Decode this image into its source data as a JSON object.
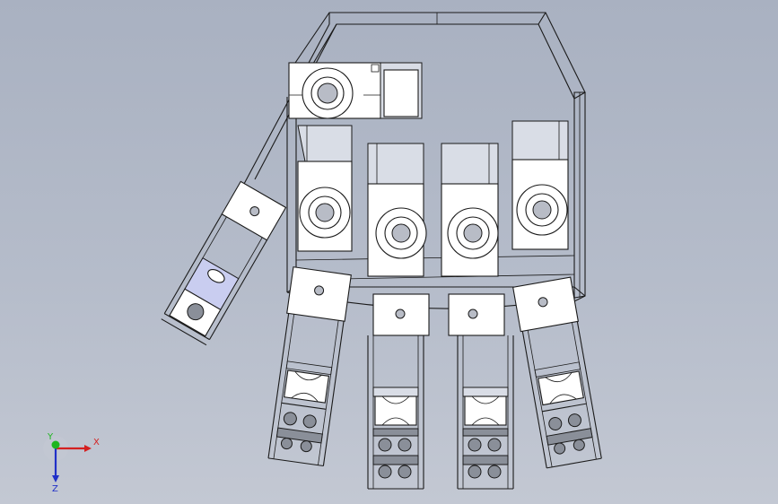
{
  "viewport": {
    "background_top": "#a9b1c1",
    "background_bottom": "#c3c8d3"
  },
  "triad": {
    "x_label": "X",
    "y_label": "Y",
    "z_label": "Z",
    "x_color": "#d42020",
    "y_color": "#1fb51f",
    "z_color": "#2030c8"
  },
  "model": {
    "edge_color": "#1a1a1a",
    "highlight_color": "#c9cdf0"
  }
}
